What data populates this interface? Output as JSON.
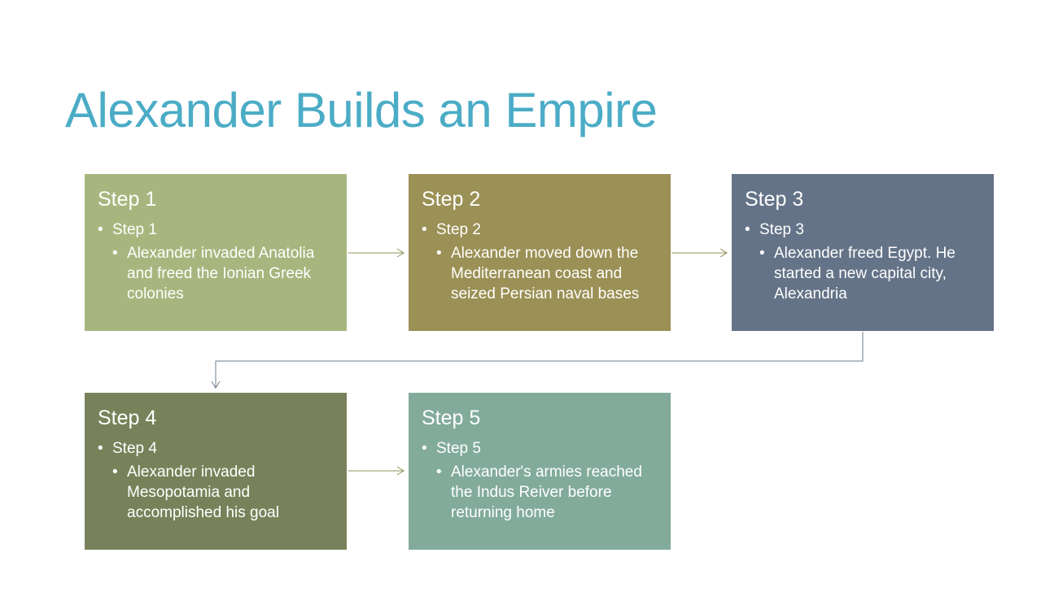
{
  "slide": {
    "title": "Alexander Builds an Empire"
  },
  "colors": {
    "title": "#4bacc6",
    "step1": "#a7b67e",
    "step2": "#9b9055",
    "step3": "#647387",
    "step4": "#78825a",
    "step5": "#82ab9b",
    "arrow_olive": "#8f915a",
    "arrow_slate": "#6e7d8e"
  },
  "steps": [
    {
      "heading": "Step 1",
      "bullet": "Step 1",
      "detail": "Alexander invaded Anatolia and freed the Ionian Greek colonies"
    },
    {
      "heading": "Step 2",
      "bullet": "Step 2",
      "detail": "Alexander moved down the Mediterranean coast and seized Persian naval bases"
    },
    {
      "heading": "Step 3",
      "bullet": "Step 3",
      "detail": "Alexander freed Egypt. He started a new capital city, Alexandria"
    },
    {
      "heading": "Step 4",
      "bullet": "Step 4",
      "detail": "Alexander invaded Mesopotamia and accomplished his goal"
    },
    {
      "heading": "Step 5",
      "bullet": "Step 5",
      "detail": "Alexander's armies reached the Indus Reiver before returning home"
    }
  ]
}
